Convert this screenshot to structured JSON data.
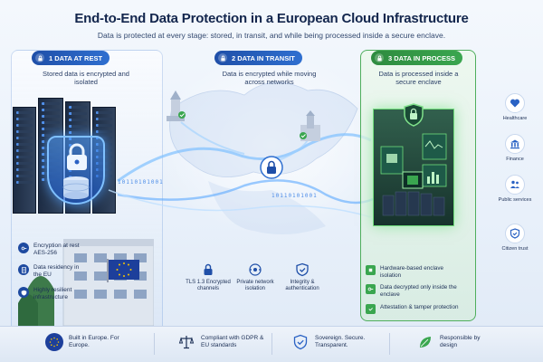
{
  "header": {
    "title": "End-to-End Data Protection in a European Cloud Infrastructure",
    "subtitle": "Data is protected at every stage: stored, in transit, and while being processed inside a secure enclave."
  },
  "stages": [
    {
      "label": "1  DATA AT REST",
      "description": "Stored data is encrypted and isolated"
    },
    {
      "label": "2  DATA IN TRANSIT",
      "description": "Data is encrypted while moving across networks"
    },
    {
      "label": "3  DATA IN PROCESS",
      "description": "Data is processed inside a secure enclave"
    }
  ],
  "binary_stream": "10110101001",
  "at_rest_features": [
    {
      "text": "Encryption at rest AES-256",
      "icon": "key-icon"
    },
    {
      "text": "Data residency in the EU",
      "icon": "document-icon"
    },
    {
      "text": "Highly resilient infrastructure",
      "icon": "shield-icon"
    }
  ],
  "transit_features": [
    {
      "text": "TLS 1.3 Encrypted channels",
      "icon": "lock-icon"
    },
    {
      "text": "Private network isolation",
      "icon": "network-icon"
    },
    {
      "text": "Integrity & authentication",
      "icon": "shield-check-icon"
    }
  ],
  "process_features": [
    {
      "text": "Hardware-based enclave isolation",
      "icon": "chip-icon"
    },
    {
      "text": "Data decrypted only inside the enclave",
      "icon": "key-icon"
    },
    {
      "text": "Attestation & tamper protection",
      "icon": "check-shield-icon"
    }
  ],
  "sectors": [
    {
      "text": "Healthcare",
      "icon": "heart-icon"
    },
    {
      "text": "Finance",
      "icon": "bank-icon"
    },
    {
      "text": "Public services",
      "icon": "people-icon"
    },
    {
      "text": "Citizen trust",
      "icon": "shield-check-icon"
    }
  ],
  "footer": [
    {
      "text": "Built in Europe. For Europe.",
      "icon": "eu-flag-icon"
    },
    {
      "text": "Compliant with GDPR & EU standards",
      "icon": "scales-icon"
    },
    {
      "text": "Sovereign. Secure. Transparent.",
      "icon": "shield-check-icon"
    },
    {
      "text": "Responsible by design",
      "icon": "leaf-icon"
    }
  ],
  "colors": {
    "primary_blue": "#1f4fa8",
    "accent_green": "#3aa64f",
    "title_navy": "#13264d",
    "eu_blue": "#1d3f9b",
    "eu_star": "#f5c400"
  }
}
